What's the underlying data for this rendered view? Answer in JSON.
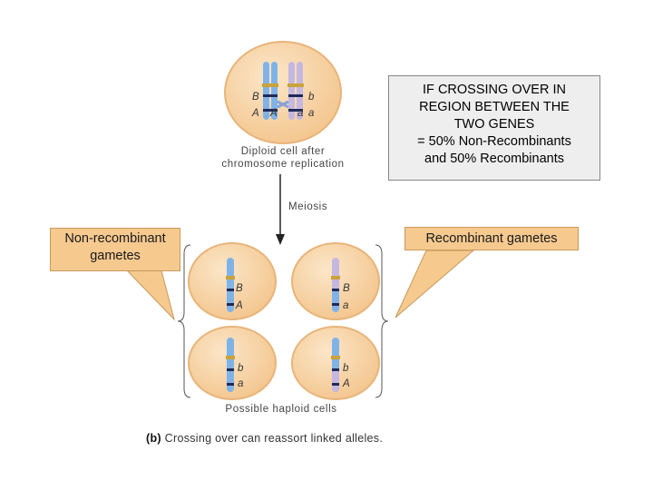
{
  "callouts": {
    "non_recombinant": "Non-recombinant gametes",
    "recombinant": "Recombinant gametes"
  },
  "info_box": {
    "line1": "IF CROSSING OVER IN",
    "line2": "REGION BETWEEN THE",
    "line3": "TWO GENES",
    "line4": "= 50% Non-Recombinants",
    "line5": "and 50% Recombinants"
  },
  "diagram": {
    "diploid_label_1": "Diploid cell after",
    "diploid_label_2": "chromosome replication",
    "meiosis_label": "Meiosis",
    "haploid_label": "Possible haploid cells",
    "caption_prefix": "(b)",
    "caption_text": " Crossing over can reassort linked alleles.",
    "diploid_alleles": {
      "B": "B",
      "b": "b",
      "A1": "A",
      "A2": "A",
      "a1": "a",
      "a2": "a"
    },
    "gametes": {
      "top_left": {
        "upper": "B",
        "lower": "A"
      },
      "top_right": {
        "upper": "B",
        "lower": "a"
      },
      "bottom_left": {
        "upper": "b",
        "lower": "a"
      },
      "bottom_right": {
        "upper": "b",
        "lower": "A"
      }
    }
  },
  "colors": {
    "cell_fill": "#f7d3a6",
    "cell_stroke": "#e8b47a",
    "callout_fill": "#f6c98f",
    "chromosome_blue": "#7fb3e8",
    "chromosome_purple": "#c5b8e0",
    "centromere": "#caa23a",
    "band": "#1f2a5c"
  }
}
